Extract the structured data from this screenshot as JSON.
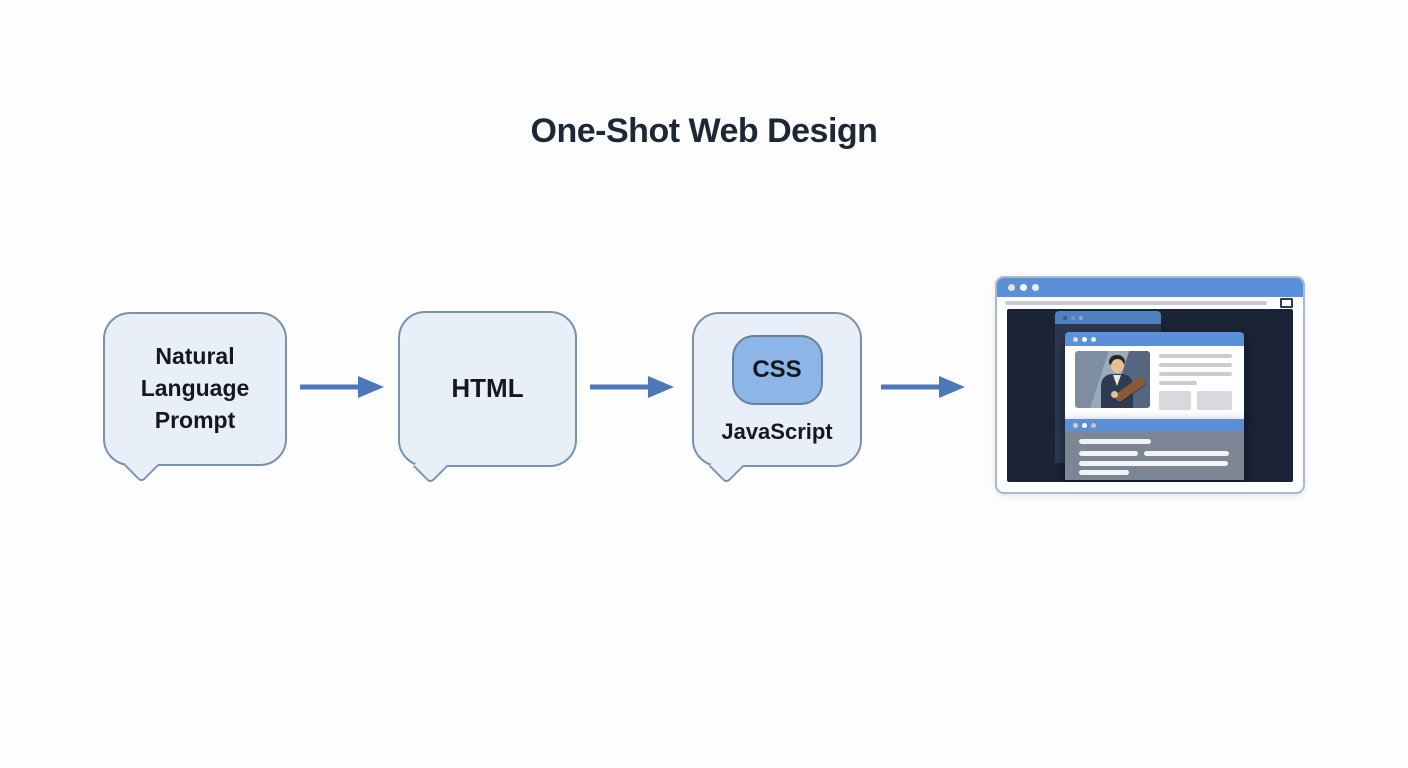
{
  "title": "One-Shot Web Design",
  "flow": {
    "steps": [
      {
        "type": "speech-bubble",
        "label": "Natural Language Prompt"
      },
      {
        "type": "speech-bubble",
        "label": "HTML"
      },
      {
        "type": "speech-bubble",
        "chip": "CSS",
        "label": "JavaScript"
      },
      {
        "type": "browser-preview"
      }
    ],
    "arrow_glyph": "→"
  },
  "icons": {
    "window_control_dots": "three-circles",
    "maximize_square": "square-outline",
    "flow_arrow": "solid-right-arrow"
  },
  "colors": {
    "accent_blue": "#4d77b6",
    "bubble_fill": "#e9eff8",
    "bubble_border": "#7b91ab",
    "chip_fill": "#8db5e6",
    "chip_border": "#66809f",
    "title_text": "#1e2736",
    "body_text": "#15181e",
    "browser_bar_blue": "#5b8fd7",
    "browser_border": "#a9bacb",
    "dark_canvas": "#1a2436",
    "behind_window_body": "#2c3850",
    "bottom_window_body": "#7d8695",
    "placeholder_gray": "#c9cdd3",
    "block_gray": "#d6d9dd",
    "line_white": "#f2f3f5"
  }
}
